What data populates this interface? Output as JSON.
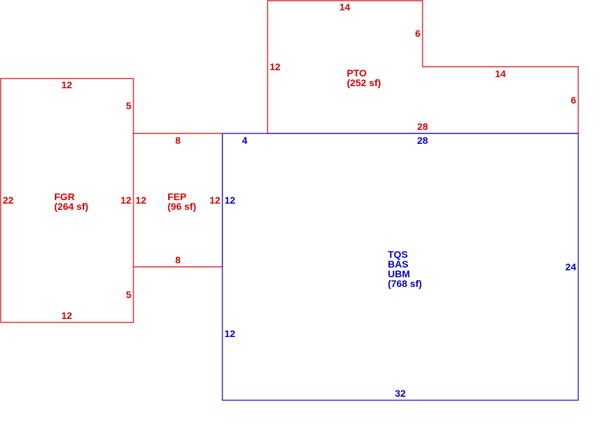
{
  "areas": {
    "fgr": {
      "code": "FGR",
      "area": "(264 sf)",
      "color": "#d40000"
    },
    "fep": {
      "code": "FEP",
      "area": "(96 sf)",
      "color": "#d40000"
    },
    "pto": {
      "code": "PTO",
      "area": "(252 sf)",
      "color": "#d40000"
    },
    "main": {
      "codes": [
        "TQS",
        "BAS",
        "UBM"
      ],
      "area": "(768 sf)",
      "color": "#0000c8"
    }
  },
  "dimensions": {
    "fgr_top": "12",
    "fgr_bottom": "12",
    "fgr_left": "22",
    "fgr_right_upper": "5",
    "fgr_right_mid": "12",
    "fgr_right_lower": "5",
    "fep_top": "8",
    "fep_bottom": "8",
    "fep_left": "12",
    "fep_right": "12",
    "pto_top": "14",
    "pto_left": "12",
    "pto_step": "6",
    "pto_ledge": "14",
    "pto_right": "6",
    "pto_bottom": "28",
    "main_top_left": "4",
    "main_top": "28",
    "main_left_upper": "12",
    "main_left_lower": "12",
    "main_right": "24",
    "main_bottom": "32"
  }
}
